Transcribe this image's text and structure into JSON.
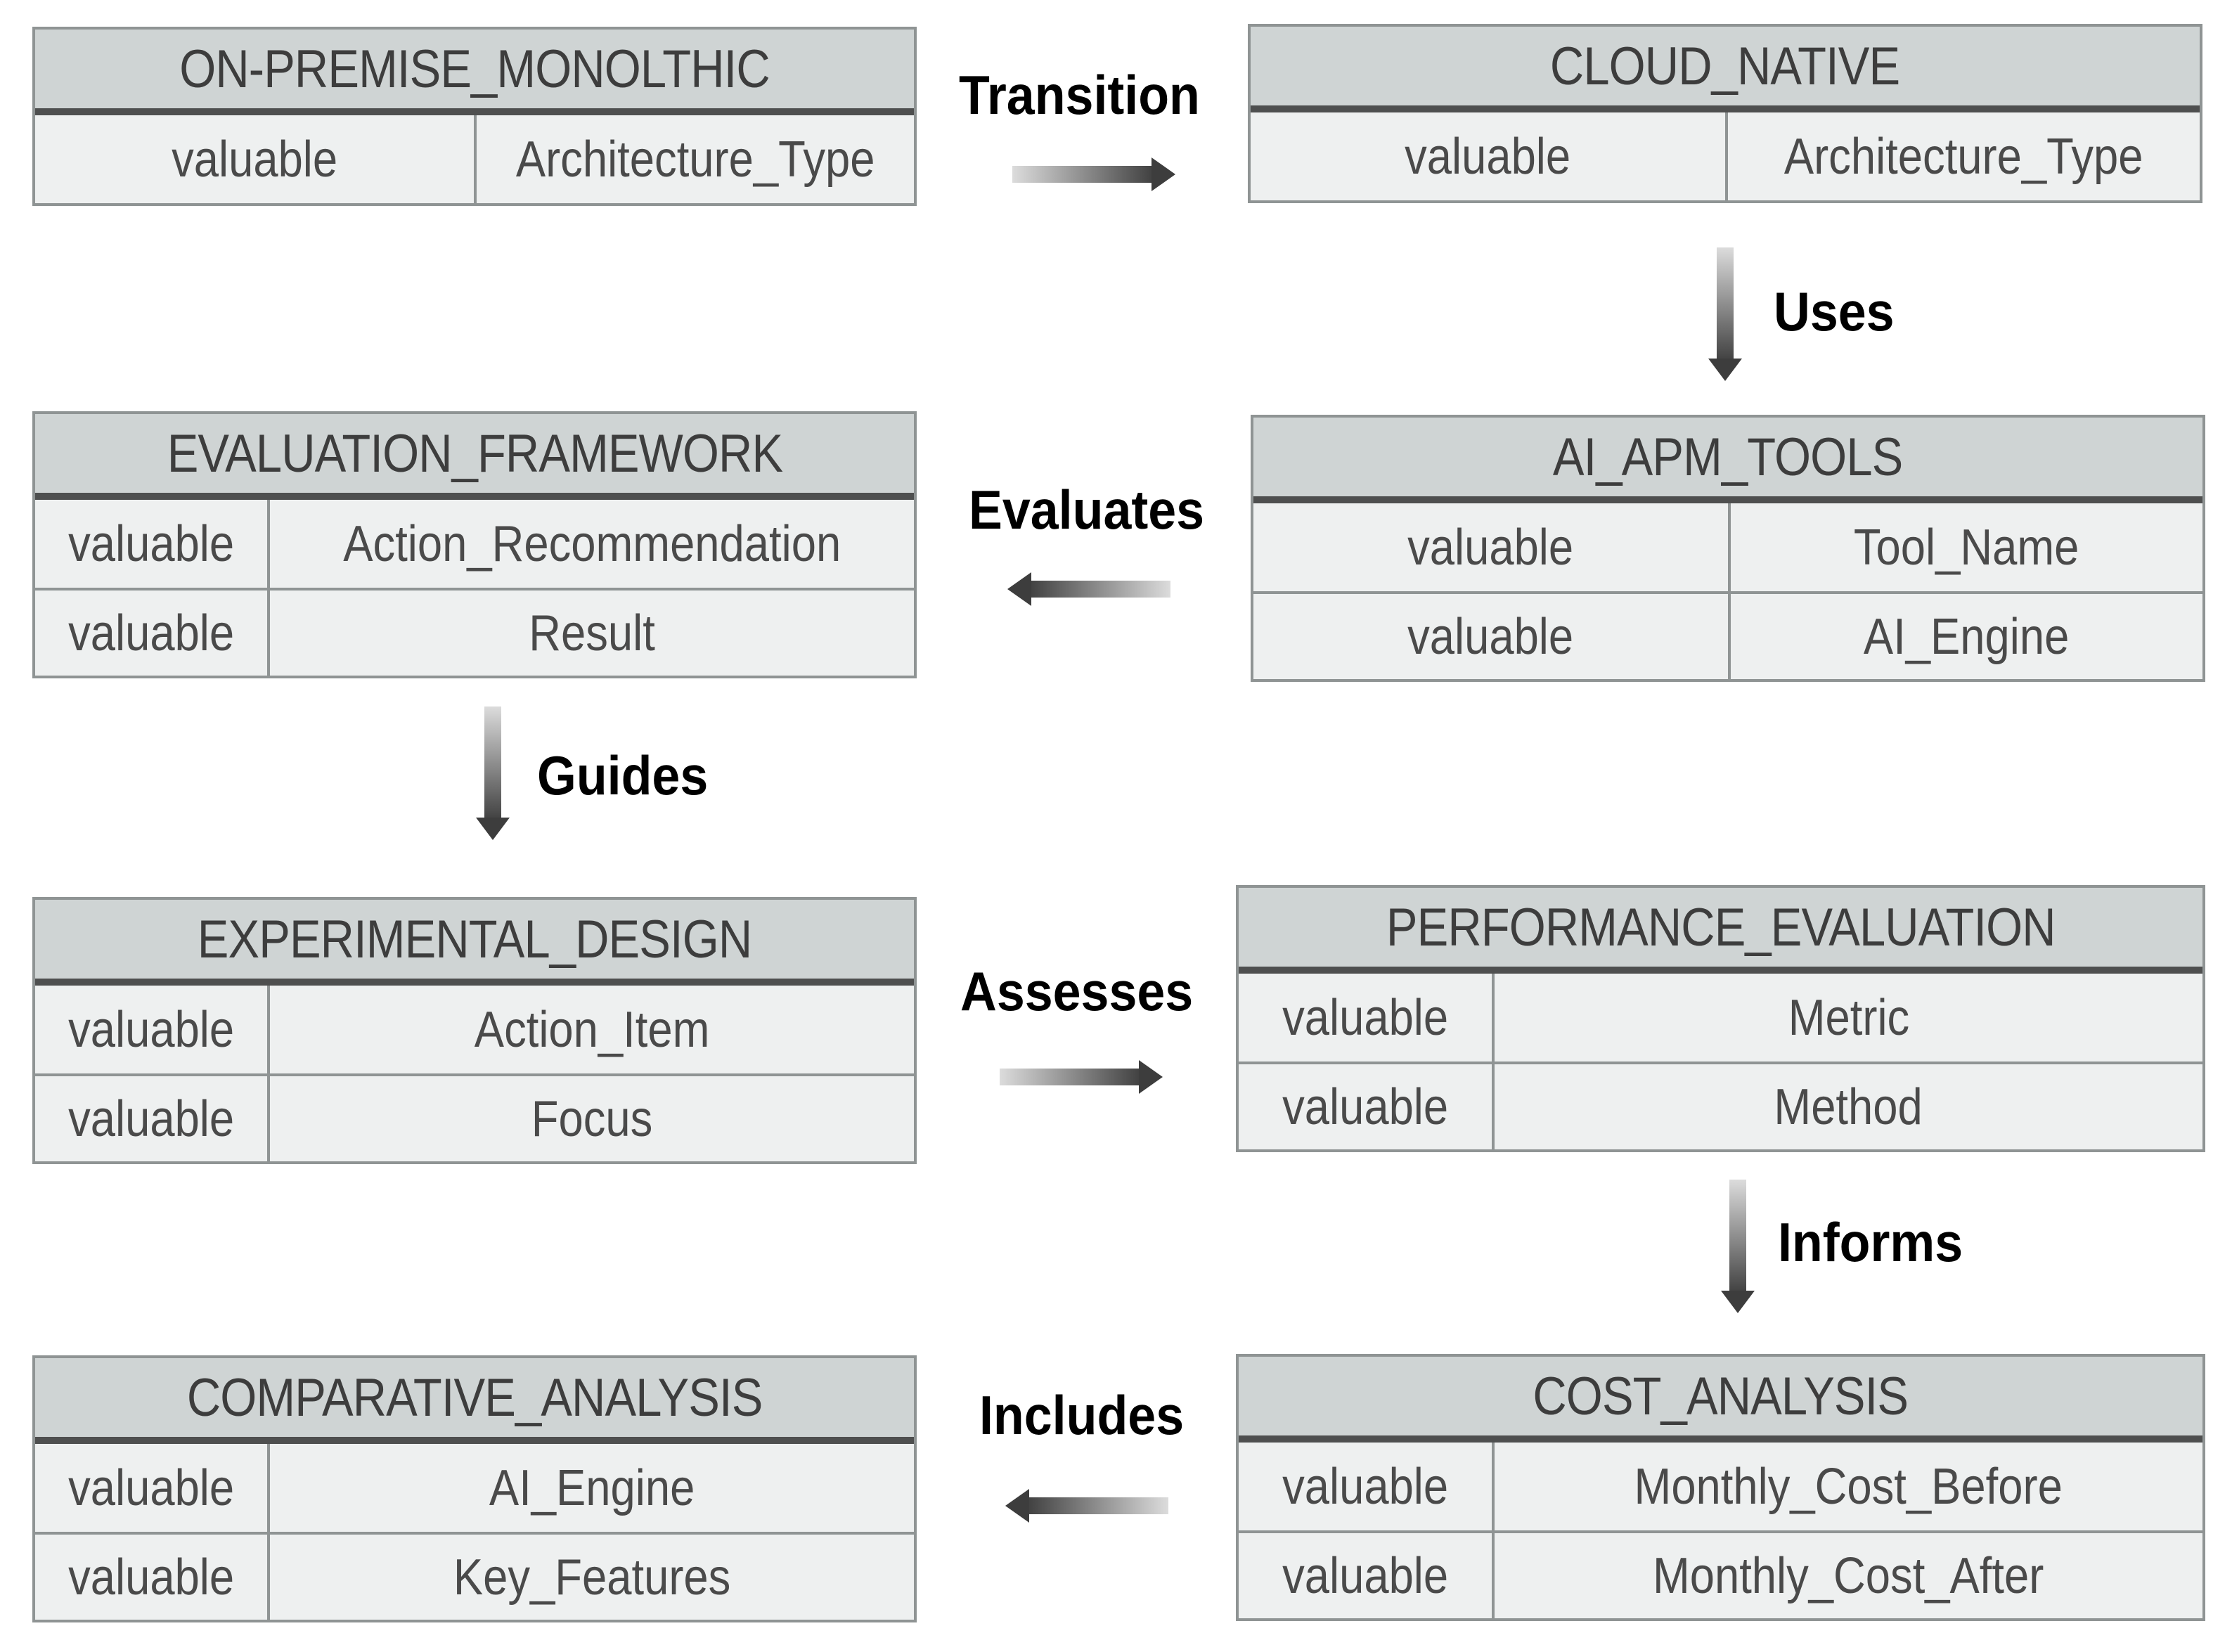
{
  "entities": [
    {
      "name": "ON-PREMISE_MONOLTHIC",
      "rows": [
        {
          "key": "valuable",
          "value": "Architecture_Type"
        }
      ]
    },
    {
      "name": "CLOUD_NATIVE",
      "rows": [
        {
          "key": "valuable",
          "value": "Architecture_Type"
        }
      ]
    },
    {
      "name": "EVALUATION_FRAMEWORK",
      "rows": [
        {
          "key": "valuable",
          "value": "Action_Recommendation"
        },
        {
          "key": "valuable",
          "value": "Result"
        }
      ]
    },
    {
      "name": "AI_APM_TOOLS",
      "rows": [
        {
          "key": "valuable",
          "value": "Tool_Name"
        },
        {
          "key": "valuable",
          "value": "AI_Engine"
        }
      ]
    },
    {
      "name": "EXPERIMENTAL_DESIGN",
      "rows": [
        {
          "key": "valuable",
          "value": "Action_Item"
        },
        {
          "key": "valuable",
          "value": "Focus"
        }
      ]
    },
    {
      "name": "PERFORMANCE_EVALUATION",
      "rows": [
        {
          "key": "valuable",
          "value": "Metric"
        },
        {
          "key": "valuable",
          "value": "Method"
        }
      ]
    },
    {
      "name": "COMPARATIVE_ANALYSIS",
      "rows": [
        {
          "key": "valuable",
          "value": "AI_Engine"
        },
        {
          "key": "valuable",
          "value": "Key_Features"
        }
      ]
    },
    {
      "name": "COST_ANALYSIS",
      "rows": [
        {
          "key": "valuable",
          "value": "Monthly_Cost_Before"
        },
        {
          "key": "valuable",
          "value": "Monthly_Cost_After"
        }
      ]
    }
  ],
  "relationships": [
    {
      "label": "Transition",
      "from": "ON-PREMISE_MONOLTHIC",
      "to": "CLOUD_NATIVE"
    },
    {
      "label": "Uses",
      "from": "CLOUD_NATIVE",
      "to": "AI_APM_TOOLS"
    },
    {
      "label": "Evaluates",
      "from": "AI_APM_TOOLS",
      "to": "EVALUATION_FRAMEWORK"
    },
    {
      "label": "Guides",
      "from": "EVALUATION_FRAMEWORK",
      "to": "EXPERIMENTAL_DESIGN"
    },
    {
      "label": "Assesses",
      "from": "EXPERIMENTAL_DESIGN",
      "to": "PERFORMANCE_EVALUATION"
    },
    {
      "label": "Informs",
      "from": "PERFORMANCE_EVALUATION",
      "to": "COST_ANALYSIS"
    },
    {
      "label": "Includes",
      "from": "COST_ANALYSIS",
      "to": "COMPARATIVE_ANALYSIS"
    }
  ]
}
